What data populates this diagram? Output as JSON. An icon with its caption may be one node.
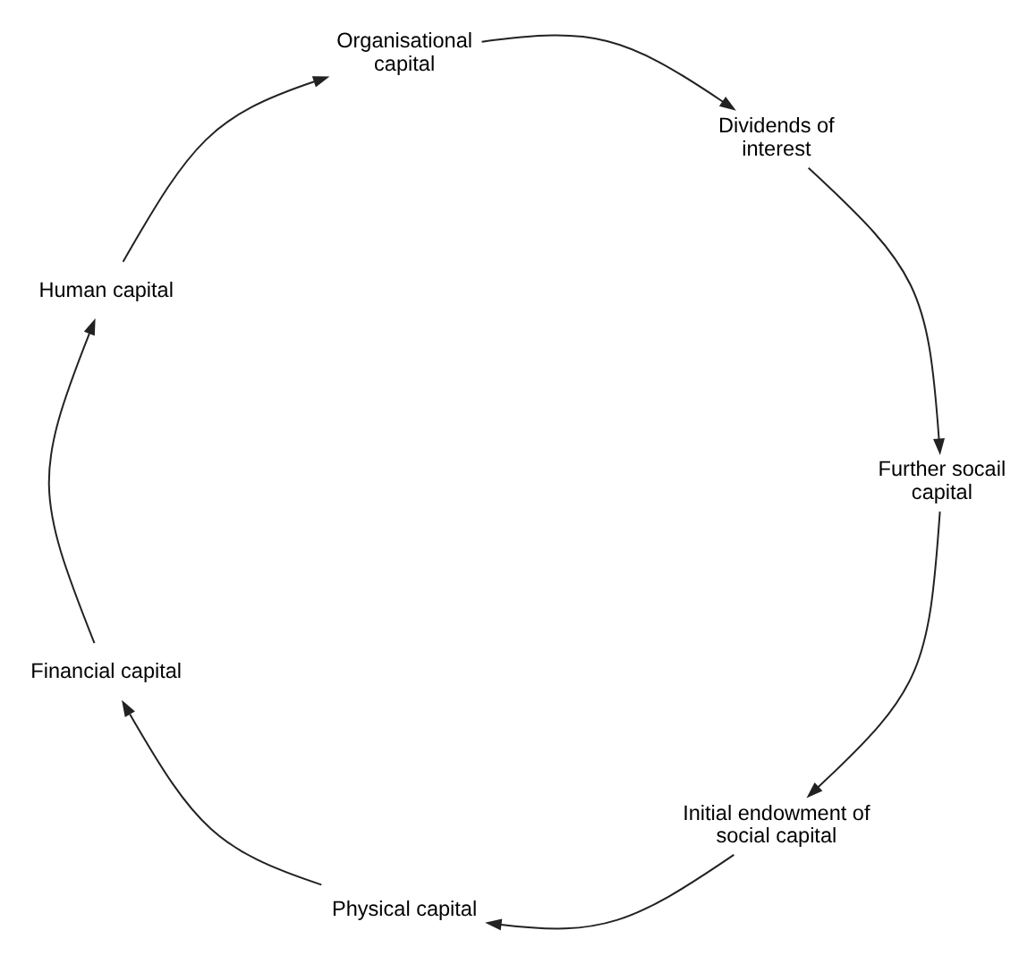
{
  "diagram": {
    "nodes": [
      {
        "text": [
          "Initial endowment of social capital"
        ]
      },
      {
        "text": [
          "Physical capital"
        ]
      },
      {
        "text": [
          "Financial capital"
        ]
      },
      {
        "text": [
          "Human capital"
        ]
      },
      {
        "text": [
          "Organisational capital"
        ]
      },
      {
        "text": [
          "Dividends of interest"
        ]
      },
      {
        "text": [
          "Further socail capital"
        ]
      }
    ],
    "edges": [
      {
        "from": 0,
        "to": 1,
        "arrow": "to"
      },
      {
        "from": 1,
        "to": 2,
        "arrow": "to"
      },
      {
        "from": 2,
        "to": 3,
        "arrow": "to"
      },
      {
        "from": 3,
        "to": 4,
        "arrow": "to"
      },
      {
        "from": 4,
        "to": 5,
        "arrow": "to"
      },
      {
        "from": 5,
        "to": 6,
        "arrow": "to"
      },
      {
        "from": 6,
        "to": 0,
        "arrow": "to"
      }
    ]
  }
}
